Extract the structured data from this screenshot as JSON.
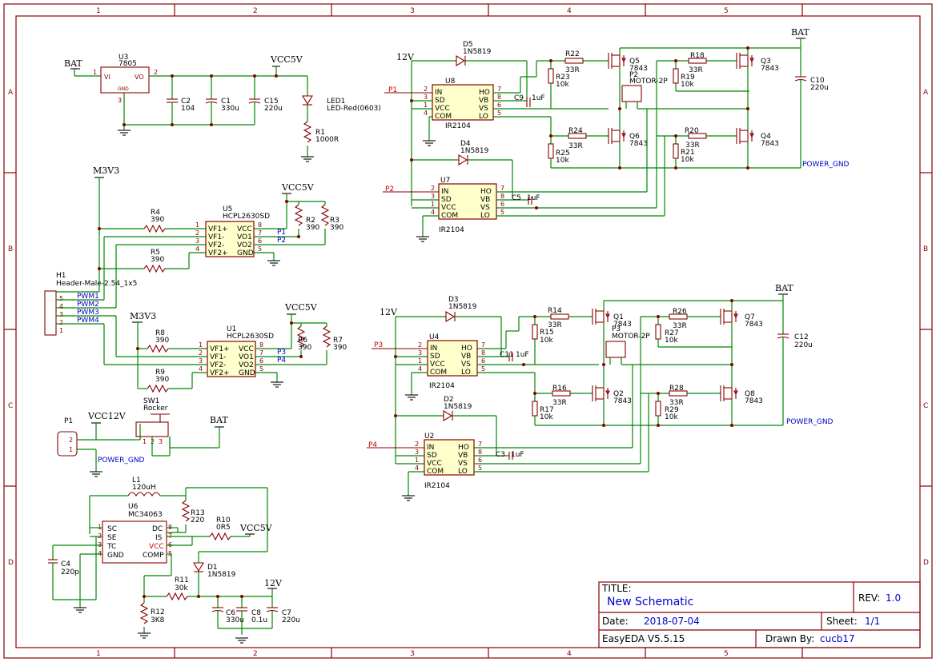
{
  "zones": {
    "cols": [
      "1",
      "2",
      "3",
      "4",
      "5"
    ],
    "rows": [
      "A",
      "B",
      "C",
      "D"
    ]
  },
  "title_block": {
    "title_label": "TITLE:",
    "title": "New Schematic",
    "rev_label": "REV:",
    "rev": "1.0",
    "date_label": "Date:",
    "date": "2018-07-04",
    "sheet_label": "Sheet:",
    "sheet": "1/1",
    "tool": "EasyEDA V5.5.15",
    "drawn_label": "Drawn By:",
    "drawn_by": "cucb17"
  },
  "power": {
    "bat": "BAT",
    "vcc5v": "VCC5V",
    "m3v3": "M3V3",
    "vcc12v": "VCC12V",
    "v12": "12V",
    "power_gnd": "POWER_GND"
  },
  "u3": {
    "ref": "U3",
    "val": "7805",
    "vi": "VI",
    "vo": "VO",
    "gnd": "GND",
    "p1": "1",
    "p2": "2",
    "p3": "3"
  },
  "caps_top": {
    "c2": "C2",
    "c2v": "104",
    "c1": "C1",
    "c1v": "330u",
    "c15": "C15",
    "c15v": "220u"
  },
  "led": {
    "ref": "LED1",
    "val": "LED-Red(0603)",
    "r1": "R1",
    "r1v": "1000R"
  },
  "u5": {
    "ref": "U5",
    "val": "HCPL2630SD",
    "pins_l": [
      "VF1+",
      "VF1-",
      "VF2-",
      "VF2+"
    ],
    "pins_r": [
      "VCC",
      "VO1",
      "VO2",
      "GND"
    ],
    "nl": [
      "1",
      "2",
      "3",
      "4"
    ],
    "nr": [
      "8",
      "7",
      "6",
      "5"
    ],
    "n1": "P1",
    "n2": "P2"
  },
  "u1": {
    "ref": "U1",
    "val": "HCPL2630SD",
    "pins_l": [
      "VF1+",
      "VF1-",
      "VF2-",
      "VF2+"
    ],
    "pins_r": [
      "VCC",
      "VO1",
      "VO2",
      "GND"
    ],
    "nl": [
      "1",
      "2",
      "3",
      "4"
    ],
    "nr": [
      "8",
      "7",
      "6",
      "5"
    ],
    "n1": "P3",
    "n2": "P4"
  },
  "res_mid": {
    "r4": "R4",
    "r4v": "390",
    "r5": "R5",
    "r5v": "390",
    "r2": "R2",
    "r2v": "390",
    "r3": "R3",
    "r3v": "390",
    "r8": "R8",
    "r8v": "390",
    "r9": "R9",
    "r9v": "390",
    "r6": "R6",
    "r6v": "390",
    "r7": "R7",
    "r7v": "390"
  },
  "h1": {
    "ref": "H1",
    "val": "Header-Male-2.54_1x5",
    "pins": [
      "5",
      "4",
      "3",
      "2",
      "1"
    ],
    "nets": [
      "PWM1",
      "PWM2",
      "PWM3",
      "PWM4"
    ]
  },
  "sw": {
    "p1": "P1",
    "p1_pins": [
      "2",
      "1"
    ],
    "sw1": "SW1",
    "sw1v": "Rocker",
    "sw_pins": [
      "1",
      "2",
      "3"
    ]
  },
  "u6": {
    "ref": "U6",
    "val": "MC34063",
    "pins_l": [
      "SC",
      "SE",
      "TC",
      "GND"
    ],
    "pins_r": [
      "DC",
      "IS",
      "VCC",
      "COMP"
    ],
    "nl": [
      "1",
      "2",
      "3",
      "4"
    ],
    "nr": [
      "8",
      "7",
      "6",
      "5"
    ],
    "l1": "L1",
    "l1v": "120uH",
    "r13": "R13",
    "r13v": "220",
    "r10": "R10",
    "r10v": "0R5",
    "c4": "C4",
    "c4v": "220p",
    "d1": "D1",
    "d1v": "1N5819",
    "r11": "R11",
    "r11v": "30k",
    "r12": "R12",
    "r12v": "3K8",
    "c6": "C6",
    "c6v": "330u",
    "c8": "C8",
    "c8v": "0.1u",
    "c7": "C7",
    "c7v": "220u"
  },
  "ir": {
    "pins_l": [
      "IN",
      "SD",
      "VCC",
      "COM"
    ],
    "pins_r": [
      "HO",
      "VB",
      "VS",
      "LO"
    ],
    "nl": [
      "2",
      "3",
      "1",
      "4"
    ],
    "nr": [
      "7",
      "8",
      "6",
      "5"
    ],
    "val": "IR2104"
  },
  "bridge1": {
    "u8": "U8",
    "u7": "U7",
    "d5": "D5",
    "d5v": "1N5819",
    "d4": "D4",
    "d4v": "1N5819",
    "c9": "C9",
    "c9v": "1uF",
    "c5": "C5",
    "c5v": "1uF",
    "r22": "R22",
    "r22v": "33R",
    "r23": "R23",
    "r23v": "10k",
    "r24": "R24",
    "r24v": "33R",
    "r25": "R25",
    "r25v": "10k",
    "r18": "R18",
    "r18v": "33R",
    "r19": "R19",
    "r19v": "10k",
    "r20": "R20",
    "r20v": "33R",
    "r21": "R21",
    "r21v": "10k",
    "q5": "Q5",
    "q6": "Q6",
    "q3": "Q3",
    "q4": "Q4",
    "qv": "7843",
    "p2": "P2",
    "p2v": "MOTOR-2P",
    "c10": "C10",
    "c10v": "220u",
    "in_a": "P1",
    "in_b": "P2"
  },
  "bridge2": {
    "u4": "U4",
    "u2": "U2",
    "d3": "D3",
    "d3v": "1N5819",
    "d2": "D2",
    "d2v": "1N5819",
    "c11": "C11",
    "c11v": "1uF",
    "c3": "C3",
    "c3v": "1uF",
    "r14": "R14",
    "r14v": "33R",
    "r15": "R15",
    "r15v": "10k",
    "r16": "R16",
    "r16v": "33R",
    "r17": "R17",
    "r17v": "10k",
    "r26": "R26",
    "r26v": "33R",
    "r27": "R27",
    "r27v": "10k",
    "r28": "R28",
    "r28v": "33R",
    "r29": "R29",
    "r29v": "10k",
    "q1": "Q1",
    "q2": "Q2",
    "q7": "Q7",
    "q8": "Q8",
    "qv": "7843",
    "p3": "P3",
    "p3v": "MOTOR-2P",
    "c12": "C12",
    "c12v": "220u",
    "in_a": "P3",
    "in_b": "P4"
  }
}
